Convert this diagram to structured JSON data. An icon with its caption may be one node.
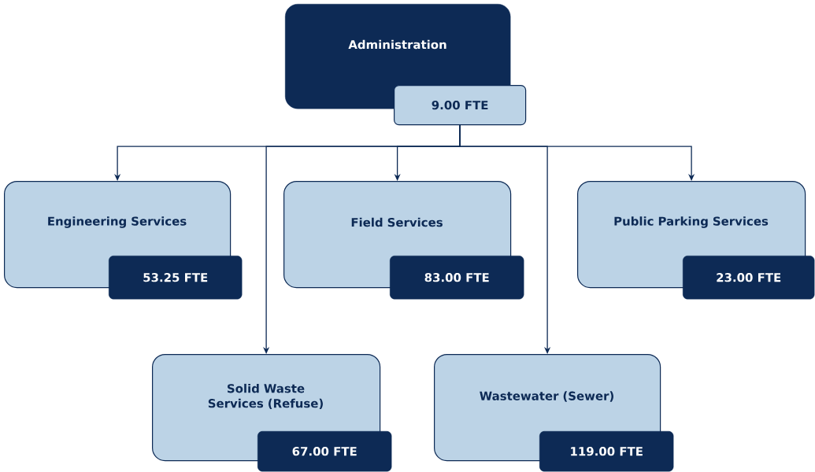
{
  "diagram": {
    "nodes": [
      {
        "text": [
          "Administration",
          "9.00 FTE"
        ]
      },
      {
        "text": [
          "Engineering Services",
          "53.25 FTE"
        ]
      },
      {
        "text": [
          "Field Services",
          "83.00 FTE"
        ]
      },
      {
        "text": [
          "Public Parking Services",
          "23.00 FTE"
        ]
      },
      {
        "text": [
          "Solid Waste Services (Refuse)",
          "67.00 FTE"
        ]
      },
      {
        "text": [
          "Wastewater (Sewer)",
          "119.00 FTE"
        ]
      }
    ],
    "edges": [
      {
        "from": 0,
        "to": 1,
        "arrow": "to"
      },
      {
        "from": 0,
        "to": 2,
        "arrow": "to"
      },
      {
        "from": 0,
        "to": 3,
        "arrow": "to"
      },
      {
        "from": 0,
        "to": 4,
        "arrow": "to"
      },
      {
        "from": 0,
        "to": 5,
        "arrow": "to"
      }
    ]
  }
}
